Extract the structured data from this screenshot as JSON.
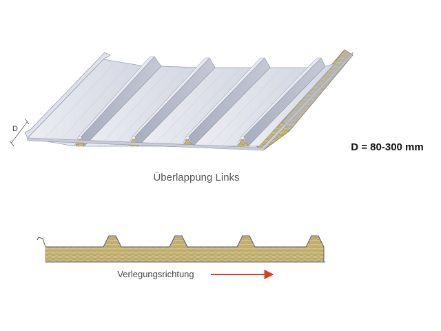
{
  "panel_3d": {
    "dimension_letter": "D",
    "caption": "Überlappung Links"
  },
  "spec": {
    "thickness_range": "D = 80-300 mm"
  },
  "profile": {
    "direction_label": "Verlegungsrichtung"
  },
  "colors": {
    "steel_light": "#e6e8ee",
    "steel_mid": "#b9bdcb",
    "steel_dark": "#8e93a4",
    "core_mineral_wool": "#c8b678",
    "arrow": "#e23a1c"
  }
}
